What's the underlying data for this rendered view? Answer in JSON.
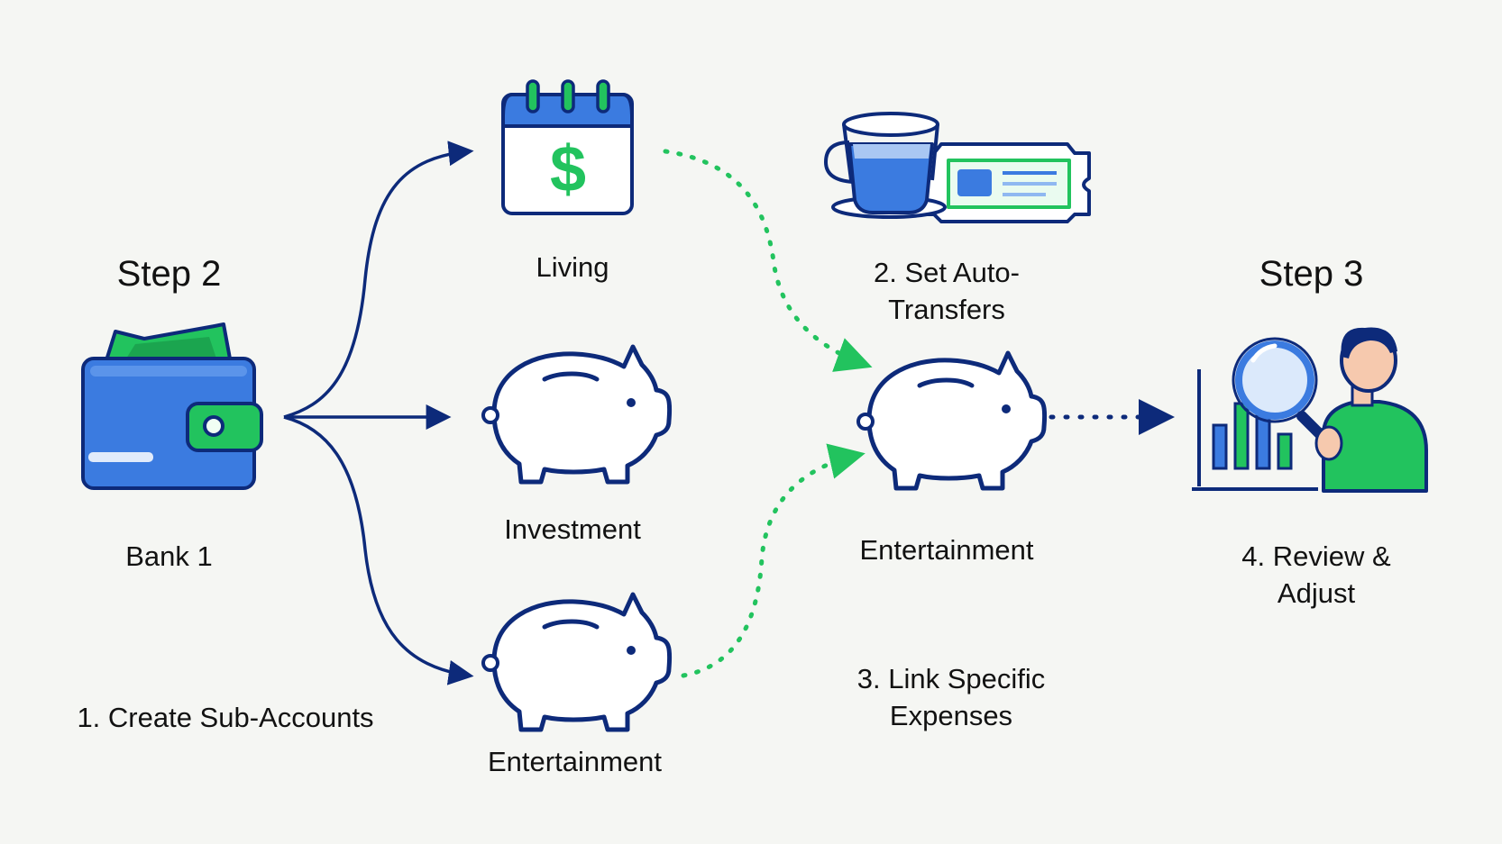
{
  "colors": {
    "navy": "#0d2a7a",
    "blue": "#3b7be0",
    "blue_light": "#a9c7f3",
    "green": "#22c35e",
    "green_dark": "#16a34a",
    "skin": "#f6c9ae",
    "background": "#f5f6f3"
  },
  "steps": {
    "step2_heading": "Step 2",
    "step3_heading": "Step 3"
  },
  "nodes": {
    "bank": {
      "label": "Bank 1",
      "icon": "wallet-icon"
    },
    "living": {
      "label": "Living",
      "icon": "calendar-dollar-icon"
    },
    "investment": {
      "label": "Investment",
      "icon": "piggy-bank-icon"
    },
    "entertainment_left": {
      "label": "Entertainment",
      "icon": "piggy-bank-icon"
    },
    "entertainment_mid": {
      "label": "Entertainment",
      "icon": "piggy-bank-icon"
    },
    "auto_transfers": {
      "line1": "2. Set Auto-",
      "line2": "Transfers",
      "icon": "coffee-ticket-icon"
    },
    "review": {
      "line1": "4. Review &",
      "line2": "Adjust",
      "icon": "person-magnifier-chart-icon"
    }
  },
  "captions": {
    "create_sub_accounts": "1. Create Sub-Accounts",
    "link_expenses_line1": "3. Link Specific",
    "link_expenses_line2": "Expenses"
  }
}
